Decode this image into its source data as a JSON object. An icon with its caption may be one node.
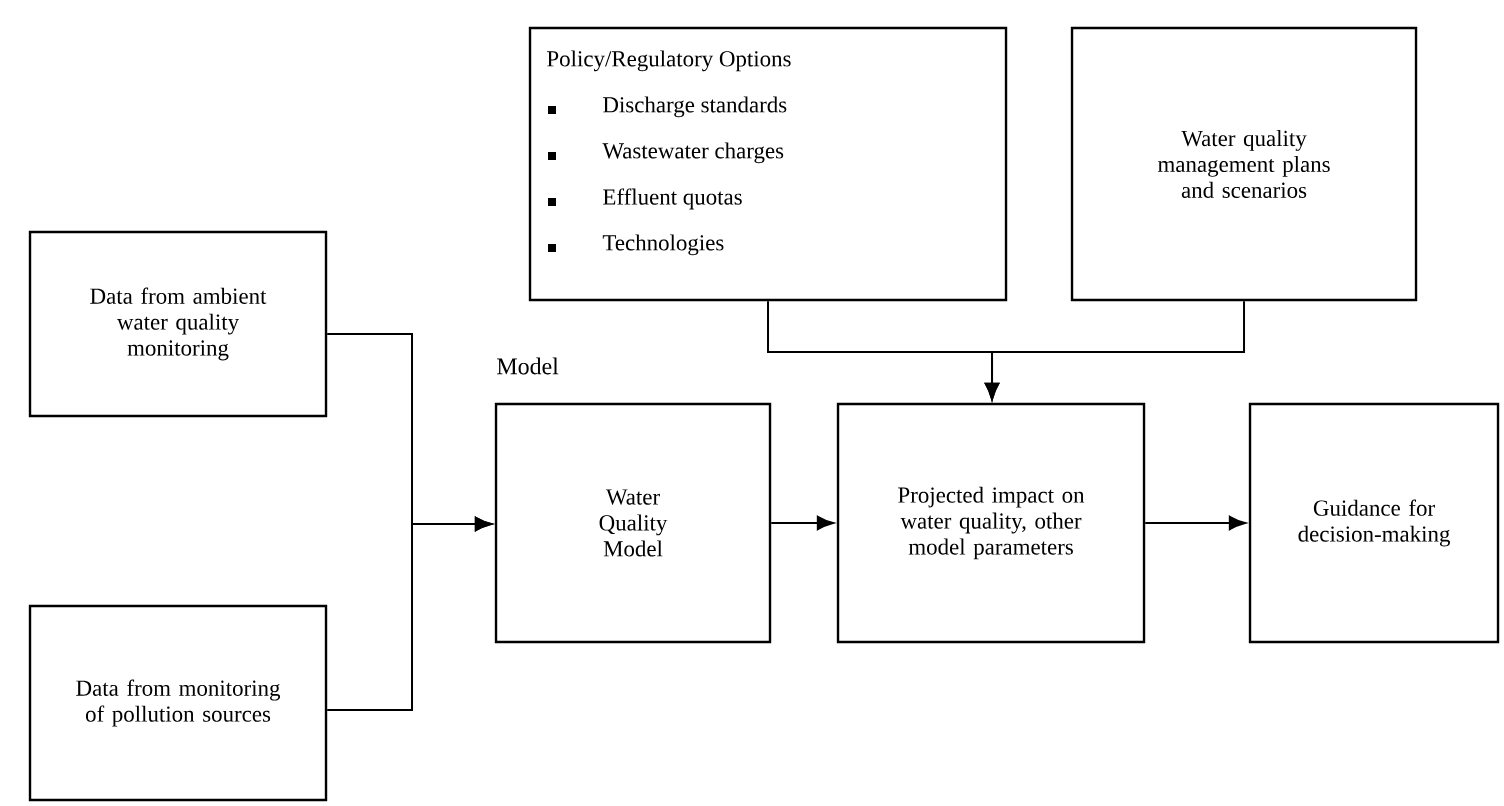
{
  "diagram": {
    "nodes": [
      {
        "text": [
          "Policy/Regulatory Options",
          "Discharge standards",
          "Wastewater charges",
          "Effluent quotas",
          "Technologies"
        ]
      },
      {
        "text": [
          "Water quality management plans and scenarios"
        ]
      },
      {
        "text": [
          "Data from ambient water quality monitoring"
        ]
      },
      {
        "text": [
          "Data from monitoring of pollution sources"
        ]
      },
      {
        "text": [
          "Water Quality Model"
        ]
      },
      {
        "text": [
          "Projected impact on water quality, other model parameters"
        ]
      },
      {
        "text": [
          "Guidance for decision-making"
        ]
      }
    ],
    "edges": [
      {
        "from": 0,
        "to": 5,
        "arrow": "to"
      },
      {
        "from": 1,
        "to": 5,
        "arrow": "to"
      },
      {
        "from": 2,
        "to": 4,
        "arrow": "to"
      },
      {
        "from": 3,
        "to": 4,
        "arrow": "to"
      },
      {
        "from": 4,
        "to": 5,
        "arrow": "to"
      },
      {
        "from": 5,
        "to": 6,
        "arrow": "to"
      }
    ],
    "labels": [
      "Model"
    ]
  }
}
